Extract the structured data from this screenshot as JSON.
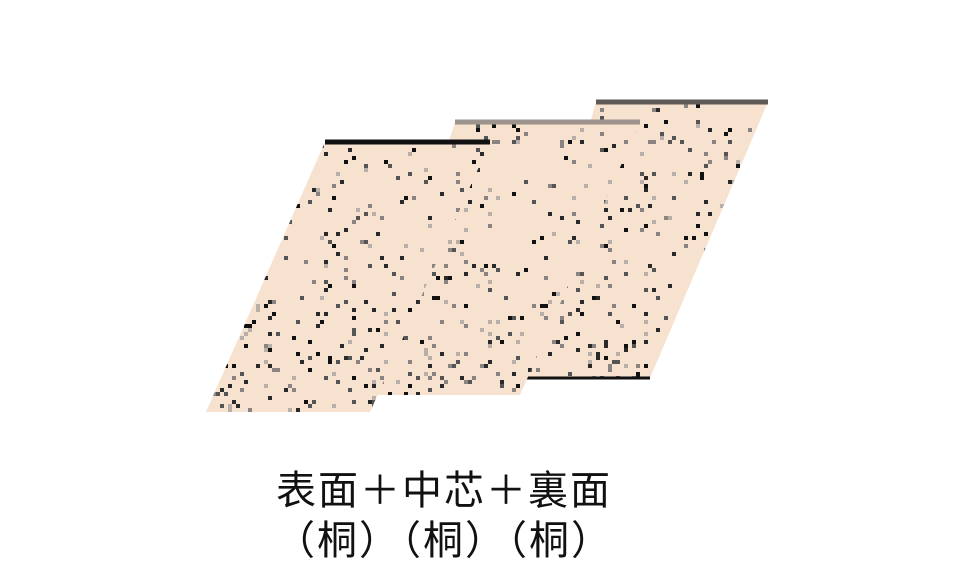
{
  "caption": {
    "line1": "表面＋中芯＋裏面",
    "line2": "（桐）（桐）（桐）"
  },
  "illustration": {
    "layers": [
      {
        "name": "表面",
        "material": "桐"
      },
      {
        "name": "中芯",
        "material": "桐"
      },
      {
        "name": "裏面",
        "material": "桐"
      }
    ],
    "colors": {
      "wood": "#f7e1cf",
      "grain": "#1a1a1a",
      "edge_dark": "#111111",
      "edge_gray": "#9c948c",
      "edge_mid": "#5e5a56"
    }
  }
}
